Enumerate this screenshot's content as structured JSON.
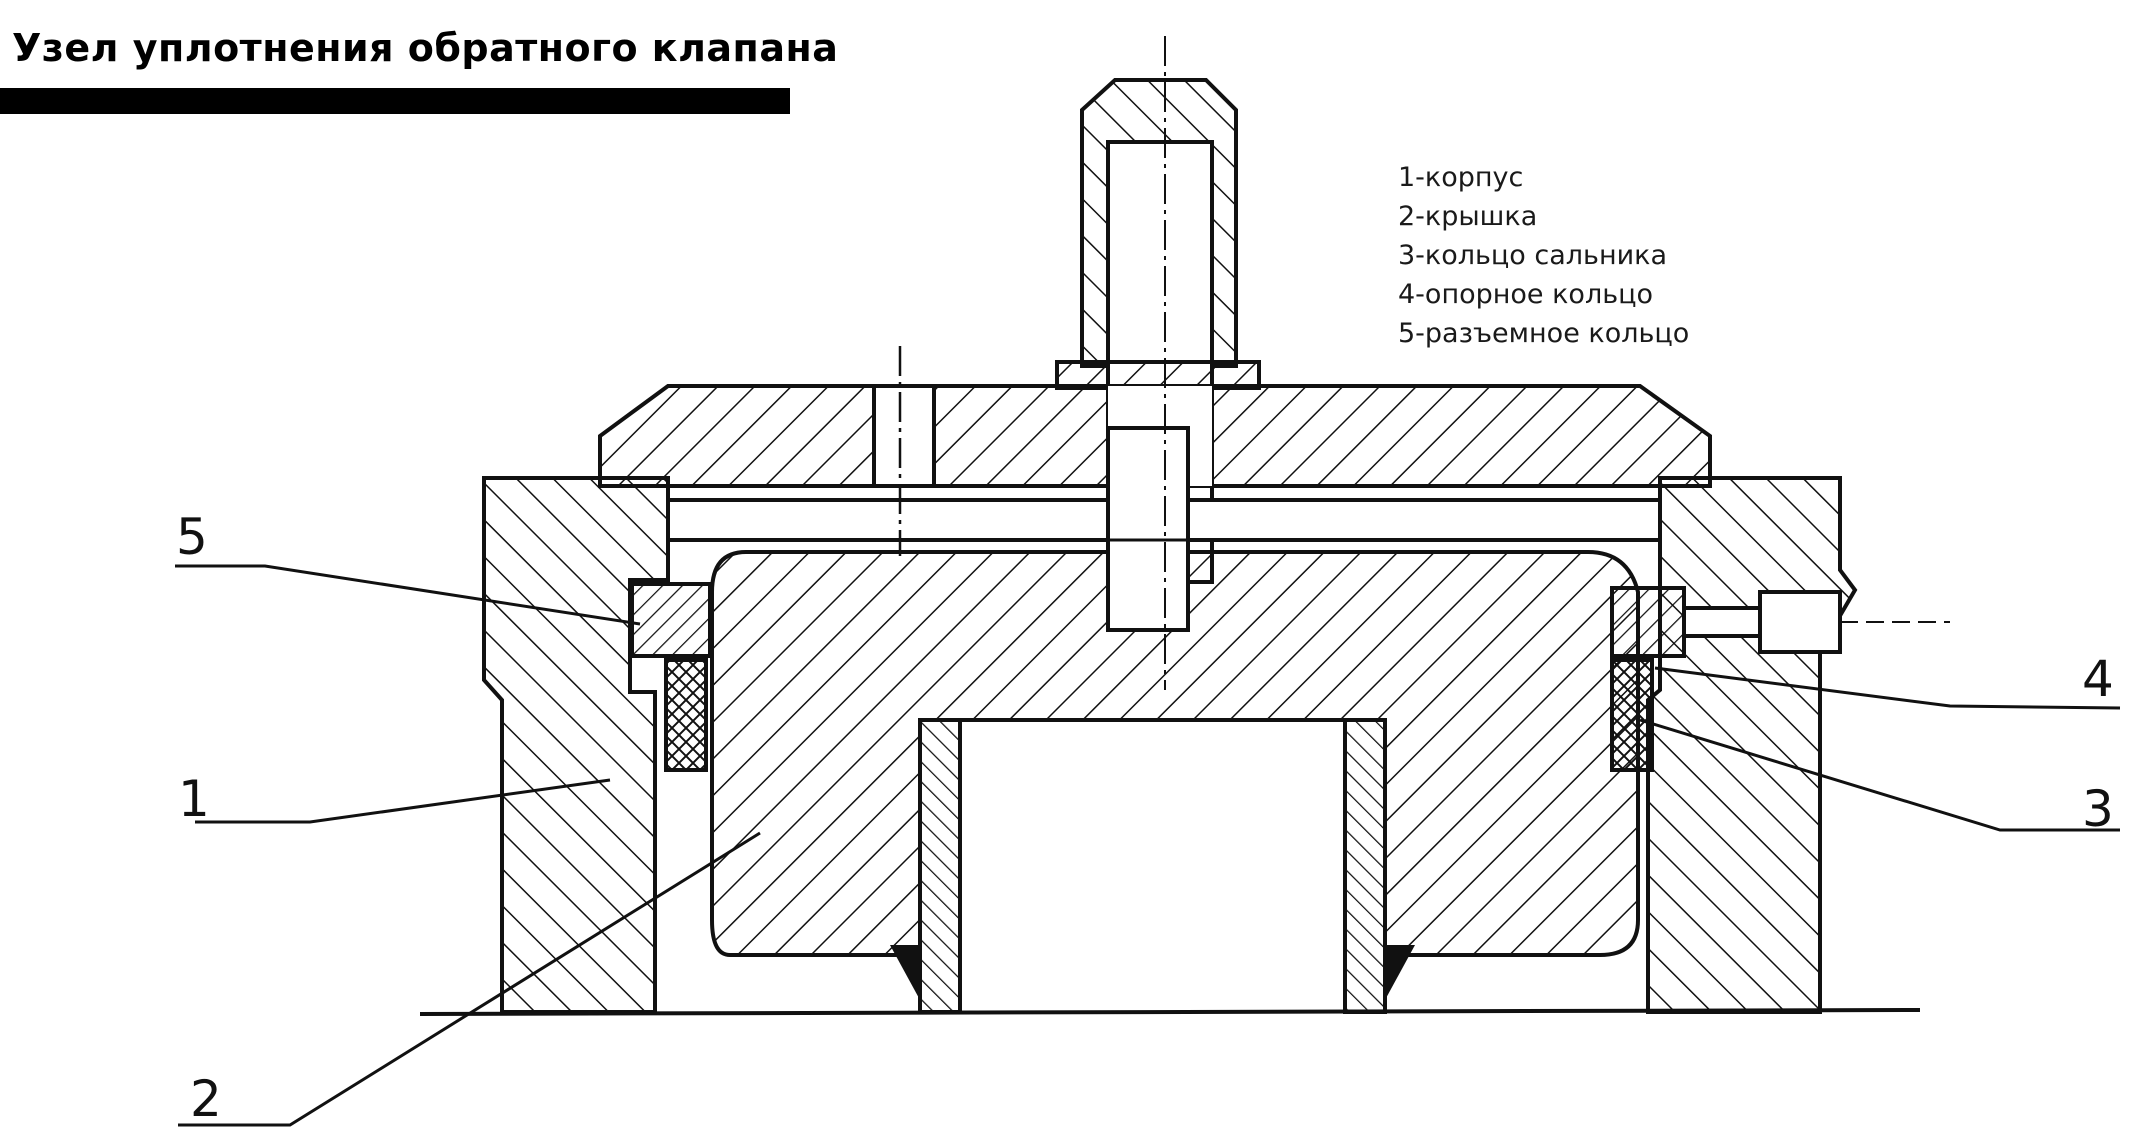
{
  "title": "Узел уплотнения обратного клапана",
  "legend": [
    "1-корпус",
    "2-крышка",
    "3-кольцо сальника",
    "4-опорное кольцо",
    "5-разъемное кольцо"
  ],
  "callouts": {
    "c1": "1",
    "c2": "2",
    "c3": "3",
    "c4": "4",
    "c5": "5"
  },
  "colors": {
    "ink": "#111111",
    "background": "#ffffff"
  }
}
